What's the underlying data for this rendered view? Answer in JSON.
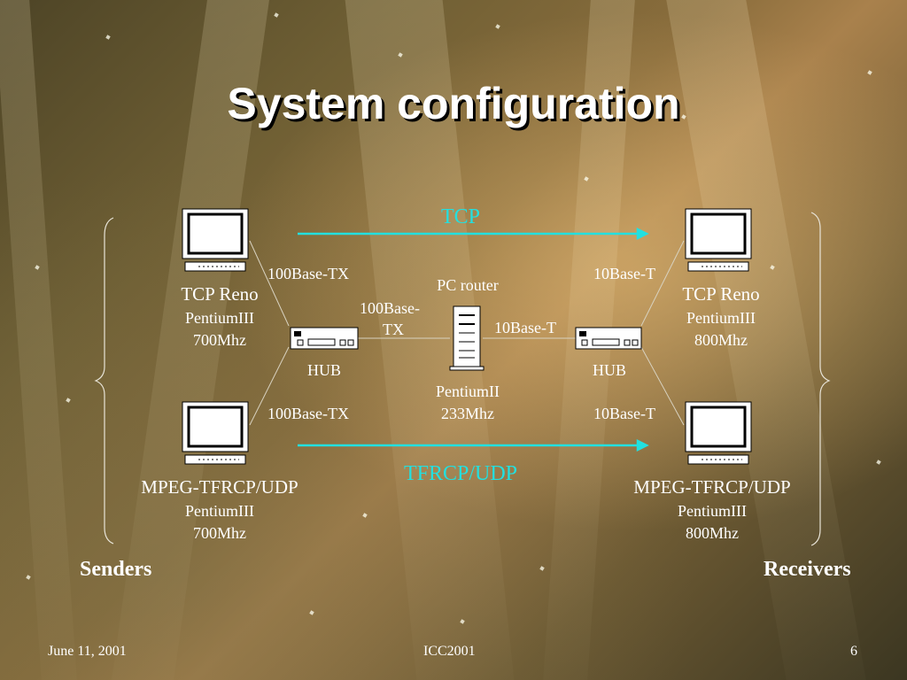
{
  "title": "System configuration",
  "flows": {
    "top": "TCP",
    "bottom": "TFRCP/UDP",
    "color": "#22e0e0"
  },
  "router": {
    "label": "PC router",
    "cpu": "PentiumII",
    "speed": "233Mhz"
  },
  "hubs": {
    "left": "HUB",
    "right": "HUB"
  },
  "links": {
    "left_top": "100Base-TX",
    "left_bottom": "100Base-TX",
    "hub_router_l1": "100Base-",
    "hub_router_l2": "TX",
    "router_hub": "10Base-T",
    "right_top": "10Base-T",
    "right_bottom": "10Base-T"
  },
  "senders": {
    "label": "Senders",
    "top": {
      "name": "TCP Reno",
      "cpu": "PentiumIII",
      "speed": "700Mhz"
    },
    "bottom": {
      "name": "MPEG-TFRCP/UDP",
      "cpu": "PentiumIII",
      "speed": "700Mhz"
    }
  },
  "receivers": {
    "label": "Receivers",
    "top": {
      "name": "TCP Reno",
      "cpu": "PentiumIII",
      "speed": "800Mhz"
    },
    "bottom": {
      "name": "MPEG-TFRCP/UDP",
      "cpu": "PentiumIII",
      "speed": "800Mhz"
    }
  },
  "footer": {
    "date": "June 11, 2001",
    "venue": "ICC2001",
    "page": "6"
  }
}
